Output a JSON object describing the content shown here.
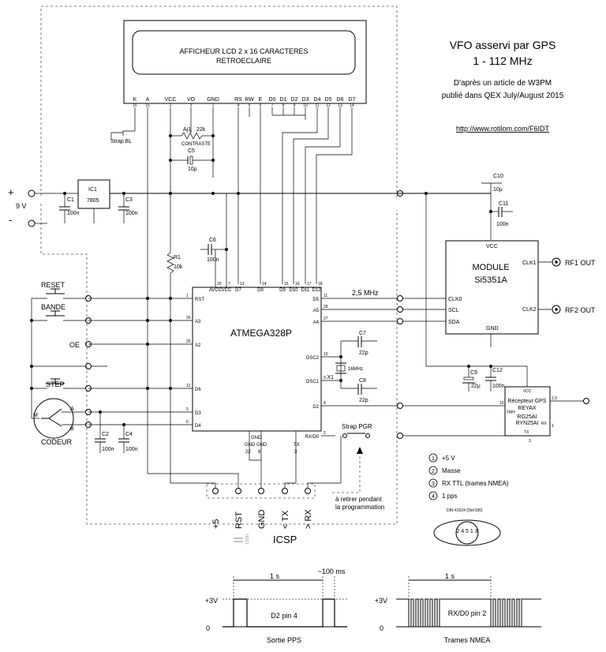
{
  "header": {
    "title_line1": "VFO asservi par GPS",
    "title_line2": "1 - 112 MHz",
    "credit_line1": "D'après un article de W3PM",
    "credit_line2": "publié dans QEX July/August 2015",
    "url": "http://www.rotilom.com/F6IDT"
  },
  "lcd": {
    "label_line1": "AFFICHEUR LCD 2 x 16 CARACTERES",
    "label_line2": "RETROECLAIRE",
    "pins": [
      {
        "name": "K",
        "num": "16"
      },
      {
        "name": "A",
        "num": "15"
      },
      {
        "name": "VCC",
        "num": "2"
      },
      {
        "name": "VO",
        "num": "3"
      },
      {
        "name": "GND",
        "num": "1"
      },
      {
        "name": "RS",
        "num": "4"
      },
      {
        "name": "RW",
        "num": "5"
      },
      {
        "name": "E",
        "num": "6"
      },
      {
        "name": "D0",
        "num": "7"
      },
      {
        "name": "D1",
        "num": "8"
      },
      {
        "name": "D2",
        "num": "9"
      },
      {
        "name": "D3",
        "num": "10"
      },
      {
        "name": "D4",
        "num": "11"
      },
      {
        "name": "D5",
        "num": "12"
      },
      {
        "name": "D6",
        "num": "13"
      },
      {
        "name": "D7",
        "num": "14"
      }
    ],
    "strap_bl": "Strap BL",
    "aj1": "Aj1",
    "aj1_value": "22k",
    "contraste": "CONTRASTE",
    "c5": "C5",
    "c5_value": "10µ"
  },
  "power": {
    "plus": "+",
    "minus": "-",
    "voltage": "9 V",
    "ic1": "IC1",
    "ic1_part": "7805",
    "c1": "C1",
    "c1_value": "100n",
    "c3": "C3",
    "c3_value": "100n",
    "c10": "C10",
    "c10_value": "10µ",
    "c11": "C11",
    "c11_value": "100n"
  },
  "mcu": {
    "name": "ATMEGA328P",
    "r1": "R1",
    "r1_value": "10k",
    "c6": "C6",
    "c6_value": "100n",
    "top_pins": [
      {
        "name": "AVCC",
        "num": "20"
      },
      {
        "name": "VCC",
        "num": "7"
      },
      {
        "name": "D7",
        "num": "13"
      },
      {
        "name": "D8",
        "num": "14"
      },
      {
        "name": "D9",
        "num": "15"
      },
      {
        "name": "D10",
        "num": "16"
      },
      {
        "name": "D11",
        "num": "17"
      },
      {
        "name": "D12",
        "num": "18"
      }
    ],
    "left_pins": [
      {
        "name": "RST",
        "num": "1"
      },
      {
        "name": "A3",
        "num": "26"
      },
      {
        "name": "A2",
        "num": "25"
      },
      {
        "name": "D6",
        "num": "12"
      },
      {
        "name": "D3",
        "num": "5"
      },
      {
        "name": "D4",
        "num": "6"
      }
    ],
    "right_pins": [
      {
        "name": "D5",
        "num": "11"
      },
      {
        "name": "A5",
        "num": "28"
      },
      {
        "name": "A4",
        "num": "27"
      },
      {
        "name": "OSC2",
        "num": "10"
      },
      {
        "name": "OSC1",
        "num": "9"
      },
      {
        "name": "D2",
        "num": "4"
      },
      {
        "name": "RX/D0",
        "num": "2"
      }
    ],
    "bottom_pins": {
      "gnd": "GND",
      "gnd_gnd": "GND GND",
      "tx": "TX",
      "n22": "22",
      "n8": "8",
      "n3": "3"
    },
    "c7": "C7",
    "c7_value": "22p",
    "c8": "C8",
    "c8_value": "22p",
    "x1": "X1",
    "x1_value": "16MHz",
    "freq_label": "2,5 MHz"
  },
  "controls": {
    "reset": "RESET",
    "bande": "BANDE",
    "oe": "OE",
    "step": "STEP",
    "codeur": "CODEUR",
    "m": "M",
    "a": "A",
    "b": "B",
    "c2": "C2",
    "c2_value": "100n",
    "c4": "C4",
    "c4_value": "100n"
  },
  "module": {
    "name_line1": "MODULE",
    "name_line2": "Si5351A",
    "vcc": "VCC",
    "gnd": "GND",
    "clk0": "CLK0",
    "scl": "SCL",
    "sda": "SDA",
    "clk1": "CLK1",
    "clk2": "CLK2",
    "rf1": "RF1 OUT",
    "rf2": "RF2 OUT"
  },
  "gps": {
    "name_line1": "Récepteur GPS",
    "name_line2": "REYAX",
    "name_line3": "RG25AI",
    "name_line4": "RYN25AI",
    "vcc": "VCC",
    "tx": "TX",
    "rx": "RX",
    "pps": "1pps",
    "p1": "1",
    "p2": "2,9",
    "p3": "3",
    "p10": "10",
    "c9": "C9",
    "c9_value": "22µ",
    "c12": "C12",
    "c12_value": "100n",
    "din": "DIN 41524 (5br/180)",
    "din_pins": "2  4 5  1   3"
  },
  "legend": [
    {
      "num": "1",
      "text": "+5 V"
    },
    {
      "num": "2",
      "text": "Masse"
    },
    {
      "num": "3",
      "text": "RX TTL (trames NMEA)"
    },
    {
      "num": "4",
      "text": "1 pps"
    }
  ],
  "icsp": {
    "title": "ICSP",
    "cap_value": "100n",
    "strap_pgr": "Strap PGR",
    "note_line1": "à retirer pendant",
    "note_line2": "la programmation",
    "pins": [
      "+5",
      "RST",
      "GND",
      "< TX",
      "> RX"
    ]
  },
  "timing": {
    "pps_width": "1 s",
    "pps_pulse": "~100 ms",
    "pps_high": "+3V",
    "pps_low": "0",
    "pps_inside": "D2 pin 4",
    "pps_caption": "Sortie PPS",
    "nmea_width": "1 s",
    "nmea_high": "+3V",
    "nmea_low": "0",
    "nmea_inside": "RX/D0 pin 2",
    "nmea_caption": "Trames NMEA"
  }
}
